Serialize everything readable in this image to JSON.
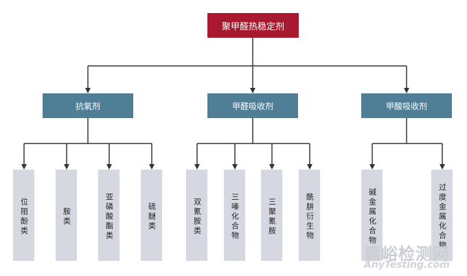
{
  "root": {
    "label": "聚甲醛热稳定剂"
  },
  "categories": [
    {
      "label": "抗氧剂",
      "items": [
        "位阻酚类",
        "胺类",
        "亚磷酸酯类",
        "硫醚类"
      ]
    },
    {
      "label": "甲醛吸收剂",
      "items": [
        "双氰胺类",
        "三嗪化合物",
        "三聚氰胺",
        "酰肼衍生物"
      ]
    },
    {
      "label": "甲酸吸收剂",
      "items": [
        "碱金属化合物",
        "过度金属化合物"
      ]
    }
  ],
  "watermark": {
    "cn": "嘉峪检测网",
    "en": "AnyTesting.com"
  },
  "colors": {
    "root": "#a8192e",
    "category": "#4e7f96",
    "leaf": "#d5d8e0",
    "connector": "#333333"
  }
}
